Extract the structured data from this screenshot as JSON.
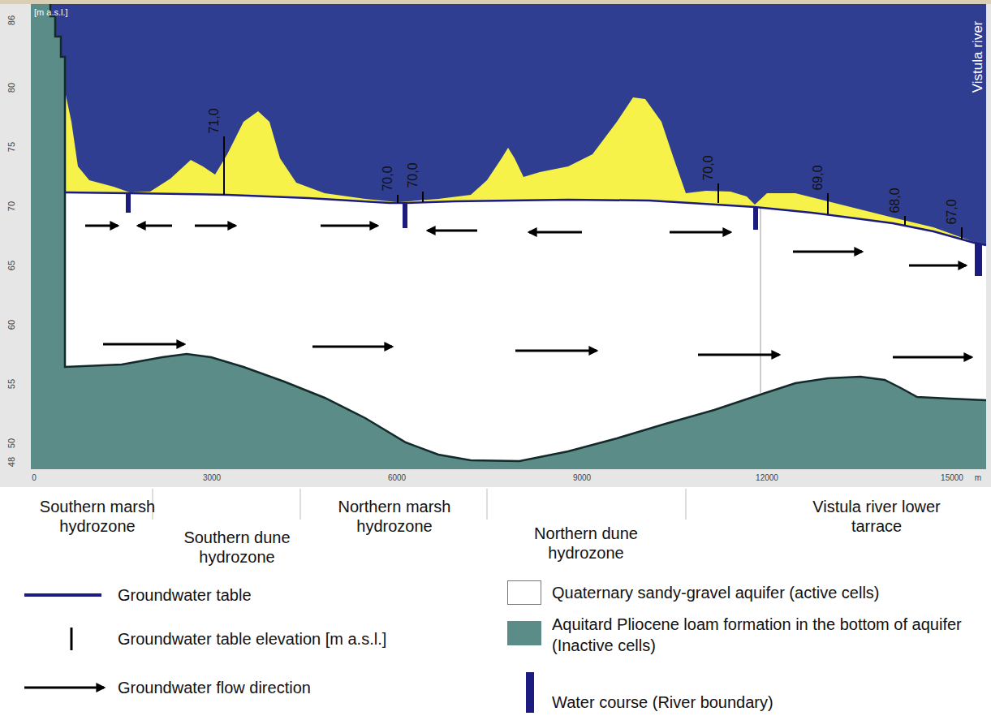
{
  "diagram": {
    "labels": [
      "[m a.s.l.]",
      "86",
      "80",
      "75",
      "70",
      "65",
      "60",
      "55",
      "50",
      "48",
      "0",
      "3000",
      "6000",
      "9000",
      "12000",
      "15000",
      "m",
      "71,0",
      "70,0",
      "70,0",
      "70,0",
      "69,0",
      "68,0",
      "67,0",
      "Vistula river",
      "Southern marsh hydrozone",
      "Southern dune hydrozone",
      "Northern marsh hydrozone",
      "Northern dune hydrozone",
      "Vistula river lower tarrace"
    ],
    "legend": [
      {
        "text": "Groundwater table"
      },
      {
        "text": "Quaternary sandy-gravel aquifer (active cells)",
        "color": "#ffffff"
      },
      {
        "text": "Groundwater table elevation [m a.s.l.]"
      },
      {
        "text": "Aquitard Pliocene loam formation in the bottom of aquifer (Inactive cells)",
        "color": "#5b8c88"
      },
      {
        "text": "Groundwater flow direction"
      },
      {
        "text": "Water course (River boundary)",
        "color": "#1c1c80"
      }
    ]
  }
}
